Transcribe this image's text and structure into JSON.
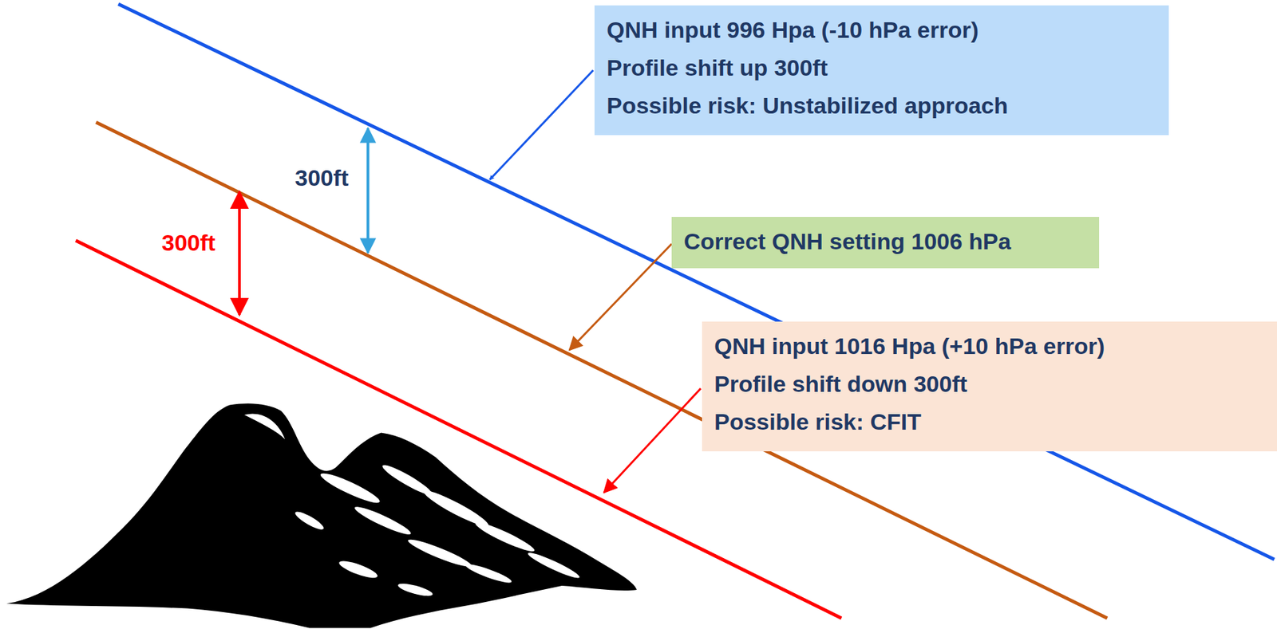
{
  "diagram": {
    "nodes": [
      {
        "text": [
          "QNH input 996 Hpa (-10 hPa error)",
          "Profile shift up 300ft",
          "Possible risk: Unstabilized approach"
        ]
      },
      {
        "text": [
          "Correct QNH setting 1006 hPa"
        ]
      },
      {
        "text": [
          "QNH input 1016 Hpa (+10 hPa error)",
          "Profile shift down 300ft",
          "Possible risk: CFIT"
        ]
      }
    ],
    "labels": [
      "300ft",
      "300ft"
    ]
  }
}
